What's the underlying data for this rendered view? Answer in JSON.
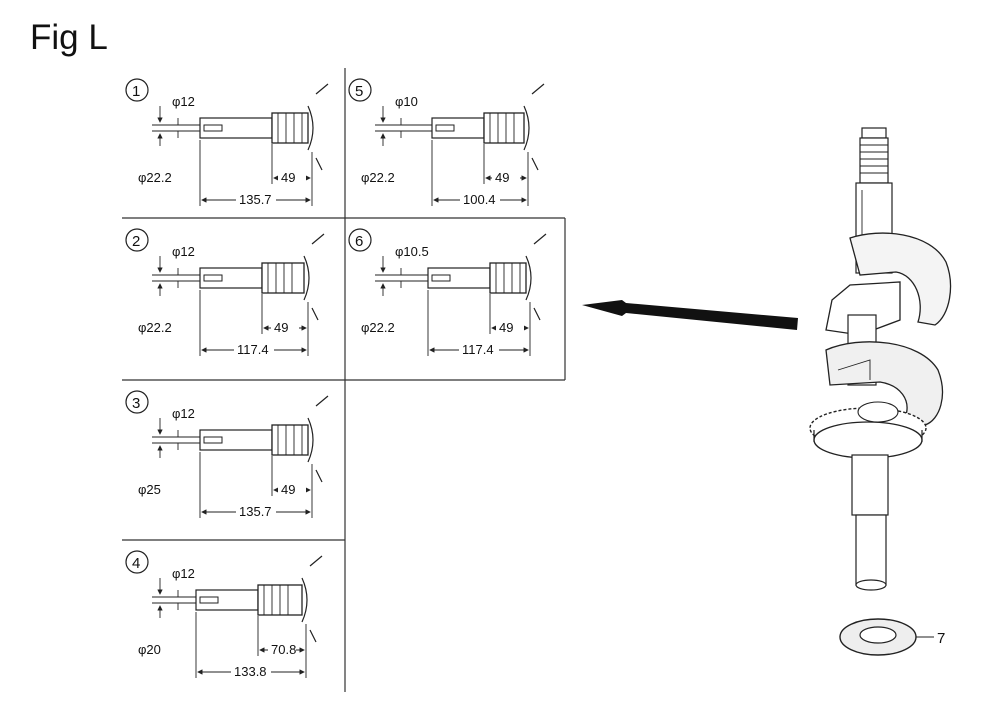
{
  "figure": {
    "title": "Fig L"
  },
  "panels": [
    {
      "number": "1",
      "tip_diameter": "φ12",
      "shaft_diameter": "φ22.2",
      "section_length": "49",
      "total_length": "135.7"
    },
    {
      "number": "2",
      "tip_diameter": "φ12",
      "shaft_diameter": "φ22.2",
      "section_length": "49",
      "total_length": "117.4"
    },
    {
      "number": "3",
      "tip_diameter": "φ12",
      "shaft_diameter": "φ25",
      "section_length": "49",
      "total_length": "135.7"
    },
    {
      "number": "4",
      "tip_diameter": "φ12",
      "shaft_diameter": "φ20",
      "section_length": "70.8",
      "total_length": "133.8"
    },
    {
      "number": "5",
      "tip_diameter": "φ10",
      "shaft_diameter": "φ22.2",
      "section_length": "49",
      "total_length": "100.4"
    },
    {
      "number": "6",
      "tip_diameter": "φ10.5",
      "shaft_diameter": "φ22.2",
      "section_length": "49",
      "total_length": "117.4"
    }
  ],
  "callout": {
    "number": "7"
  }
}
